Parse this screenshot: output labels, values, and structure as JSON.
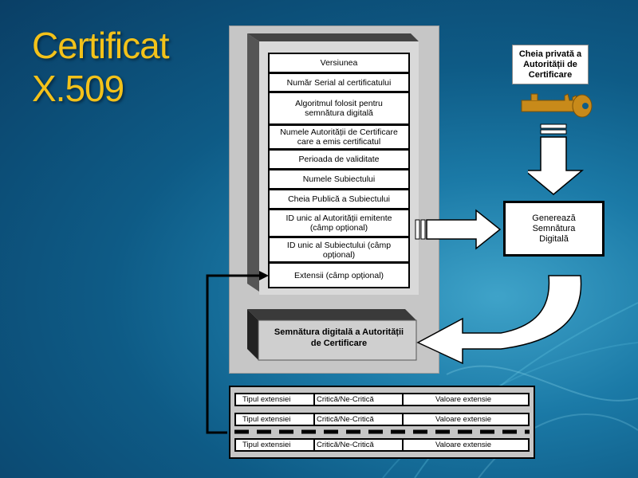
{
  "title": {
    "line1": "Certificat",
    "line2": "X.509"
  },
  "fields": [
    "Versiunea",
    "Număr Serial al certificatului",
    "Algoritmul folosit pentru semnătura digitală",
    "Numele Autorității de Certificare care a emis certificatul",
    "Perioada de validitate",
    "Numele Subiectului",
    "Cheia Publică a Subiectului",
    "ID unic al Autorității emitente (câmp opțional)",
    "ID unic al Subiectului (câmp opțional)",
    "Extensii (câmp opțional)"
  ],
  "signature_box": "Semnătura digitală a Autorității de Certificare",
  "private_key_label": "Cheia privată a Autorității de Certificare",
  "generate_box": "Generează Semnătura Digitală",
  "extensions": [
    {
      "type": "Tipul extensiei",
      "critical": "Critică/Ne-Critică",
      "value": "Valoare extensie"
    },
    {
      "type": "Tipul extensiei",
      "critical": "Critică/Ne-Critică",
      "value": "Valoare extensie"
    },
    {
      "type": "Tipul extensiei",
      "critical": "Critică/Ne-Critică",
      "value": "Valoare extensie"
    }
  ],
  "colors": {
    "title": "#f3c21a",
    "key": "#c88a1a",
    "panel": "#c6c6c6"
  }
}
